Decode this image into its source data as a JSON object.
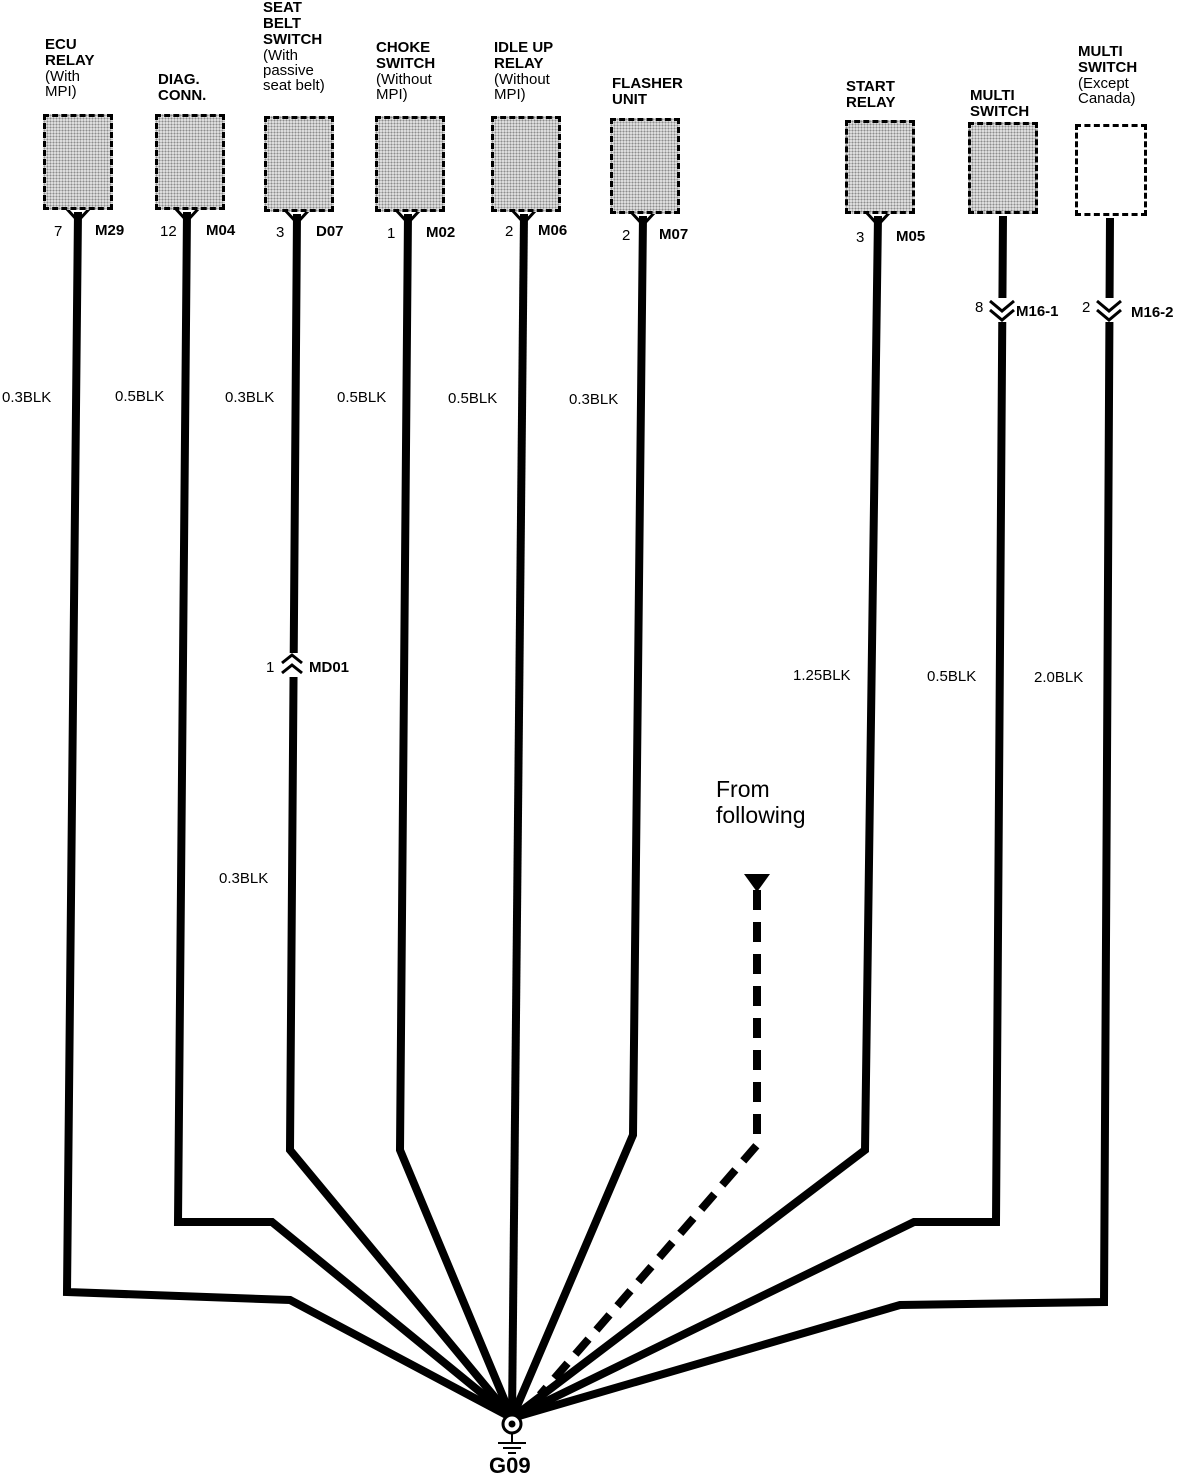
{
  "components": [
    {
      "id": "ecu-relay",
      "title_lines": [
        "ECU",
        "RELAY"
      ],
      "sub_lines": [
        "(With",
        "MPI)"
      ],
      "pin": "7",
      "connector": "M29",
      "wire": "0.3BLK",
      "shaded": true
    },
    {
      "id": "diag-conn",
      "title_lines": [
        "DIAG.",
        "CONN."
      ],
      "sub_lines": [],
      "pin": "12",
      "connector": "M04",
      "wire": "0.5BLK",
      "shaded": true
    },
    {
      "id": "seat-belt-switch",
      "title_lines": [
        "SEAT",
        "BELT",
        "SWITCH"
      ],
      "sub_lines": [
        "(With",
        "passive",
        "seat belt)"
      ],
      "pin": "3",
      "connector": "D07",
      "wire": "0.3BLK",
      "wire_lower": "0.3BLK",
      "inline": {
        "pin": "1",
        "connector": "MD01"
      },
      "shaded": true
    },
    {
      "id": "choke-switch",
      "title_lines": [
        "CHOKE",
        "SWITCH"
      ],
      "sub_lines": [
        "(Without",
        "MPI)"
      ],
      "pin": "1",
      "connector": "M02",
      "wire": "0.5BLK",
      "shaded": true
    },
    {
      "id": "idle-up-relay",
      "title_lines": [
        "IDLE UP",
        "RELAY"
      ],
      "sub_lines": [
        "(Without",
        "MPI)"
      ],
      "pin": "2",
      "connector": "M06",
      "wire": "0.5BLK",
      "shaded": true
    },
    {
      "id": "flasher-unit",
      "title_lines": [
        "FLASHER",
        "UNIT"
      ],
      "sub_lines": [],
      "pin": "2",
      "connector": "M07",
      "wire": "0.3BLK",
      "shaded": true
    },
    {
      "id": "start-relay",
      "title_lines": [
        "START",
        "RELAY"
      ],
      "sub_lines": [],
      "pin": "3",
      "connector": "M05",
      "wire": "1.25BLK",
      "shaded": true
    },
    {
      "id": "multi-switch-1",
      "title_lines": [
        "MULTI",
        "SWITCH"
      ],
      "sub_lines": [],
      "pin": "8",
      "connector": "M16-1",
      "wire": "0.5BLK",
      "shaded": true
    },
    {
      "id": "multi-switch-2",
      "title_lines": [
        "MULTI",
        "SWITCH"
      ],
      "sub_lines": [
        "(Except",
        "Canada)"
      ],
      "pin": "2",
      "connector": "M16-2",
      "wire": "2.0BLK",
      "shaded": false
    }
  ],
  "from_following": [
    "From",
    "following"
  ],
  "ground": {
    "label": "G09"
  }
}
